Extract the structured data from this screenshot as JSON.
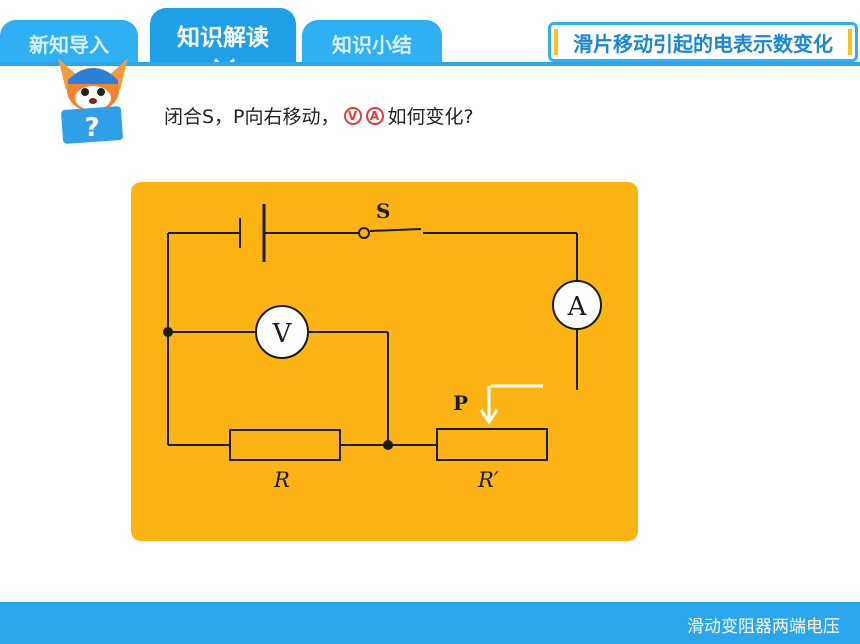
{
  "tabs": [
    {
      "label": "新知导入",
      "active": false
    },
    {
      "label": "知识解读",
      "active": true
    },
    {
      "label": "知识小结",
      "active": false
    }
  ],
  "title": "滑片移动引起的电表示数变化",
  "question": {
    "text": "闭合S，P向右移动，",
    "voltmeter_symbol": "V",
    "ammeter_symbol": "A",
    "suffix": "如何变化?"
  },
  "mascot": {
    "badge": "?"
  },
  "circuit": {
    "switch_label": "S",
    "ammeter_label": "A",
    "voltmeter_label": "V",
    "slider_label": "P",
    "resistor_label": "R",
    "rheostat_label": "R′"
  },
  "footer": {
    "text": "滑动变阻器两端电压"
  },
  "colors": {
    "tab_blue": "#2fb0f2",
    "panel_orange": "#fbb414",
    "footer_blue": "#2aa6ec",
    "meter_red": "#e83a3a"
  }
}
